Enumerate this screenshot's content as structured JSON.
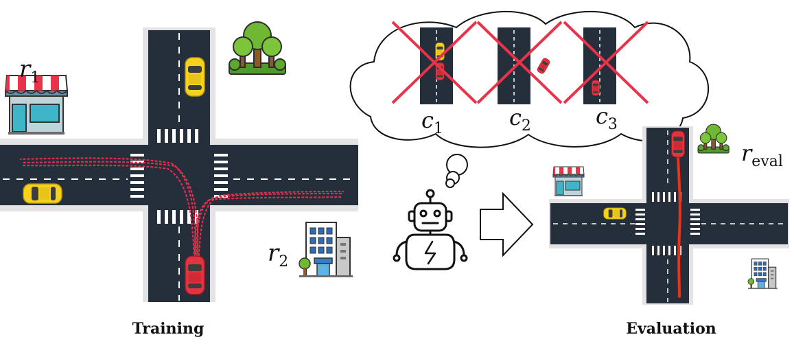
{
  "captions": {
    "training": "Training",
    "evaluation": "Evaluation"
  },
  "labels": {
    "r1": "r",
    "r1_sub": "1",
    "r2": "r",
    "r2_sub": "2",
    "r_eval": "r",
    "r_eval_sub": "eval",
    "c1": "c",
    "c1_sub": "1",
    "c2": "c",
    "c2_sub": "2",
    "c3": "c",
    "c3_sub": "3"
  },
  "colors": {
    "road": "#252e3b",
    "road_edge": "#e3e3e3",
    "lane_mark": "#ffffff",
    "car_yellow": "#f6d21c",
    "car_red": "#e23440",
    "trajectory_dotted": "#e0304a",
    "trajectory_eval": "#e8331d",
    "cross": "#e8334a"
  },
  "icons": [
    "store-icon",
    "trees-icon",
    "building-icon",
    "robot-icon",
    "thought-cloud-icon",
    "arrow-right-icon"
  ]
}
